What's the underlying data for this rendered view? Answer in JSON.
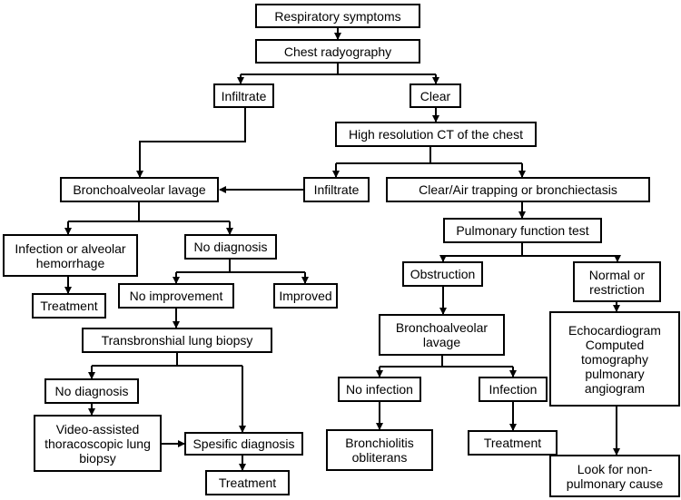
{
  "nodes": {
    "respiratory_symptoms": "Respiratory symptoms",
    "chest_radiography": "Chest radyography",
    "infiltrate_xray": "Infiltrate",
    "clear_xray": "Clear",
    "hrct": "High resolution CT of the chest",
    "bal_left": "Bronchoalveolar lavage",
    "infiltrate_ct": "Infiltrate",
    "clear_air_trapping": "Clear/Air trapping or bronchiectasis",
    "infection_hemorrhage": "Infection or alveolar\nhemorrhage",
    "no_diagnosis_1": "No diagnosis",
    "pulmonary_function_test": "Pulmonary function test",
    "treatment_1": "Treatment",
    "no_improvement": "No improvement",
    "improved": "Improved",
    "obstruction": "Obstruction",
    "normal_restriction": "Normal or\nrestriction",
    "transbronchial_biopsy": "Transbronshial lung biopsy",
    "bal_right": "Bronchoalveolar\nlavage",
    "echo_ct": "Echocardiogram\nComputed\ntomography\npulmonary\nangiogram",
    "no_diagnosis_2": "No diagnosis",
    "no_infection": "No infection",
    "infection": "Infection",
    "vats": "Video-assisted\nthoracoscopic lung\nbiopsy",
    "specific_diagnosis": "Spesific diagnosis",
    "bronchiolitis": "Bronchiolitis\nobliterans",
    "treatment_infection": "Treatment",
    "treatment_final": "Treatment",
    "non_pulmonary": "Look for non-\npulmonary cause"
  }
}
